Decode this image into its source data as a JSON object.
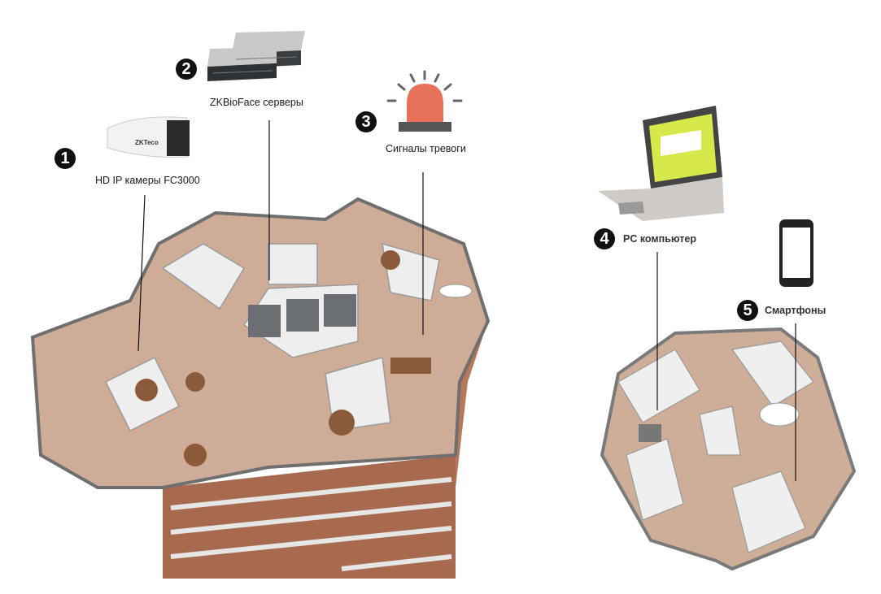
{
  "items": [
    {
      "number": "1",
      "label": "HD IP камеры FC3000",
      "icon": "ip-camera-icon",
      "brand": "ZKTeco"
    },
    {
      "number": "2",
      "label": "ZKBioFace серверы",
      "icon": "server-rack-icon"
    },
    {
      "number": "3",
      "label": "Сигналы тревоги",
      "icon": "alarm-siren-icon"
    },
    {
      "number": "4",
      "label": "PC компьютер",
      "icon": "laptop-icon"
    },
    {
      "number": "5",
      "label": "Смартфоны",
      "icon": "smartphone-icon"
    }
  ],
  "colors": {
    "badge": "#111111",
    "siren": "#e8715a",
    "floor": "#c9a692",
    "walls": "#e9e9e9",
    "brick": "#a86a4f",
    "laptop_screen": "#d7e84a"
  }
}
